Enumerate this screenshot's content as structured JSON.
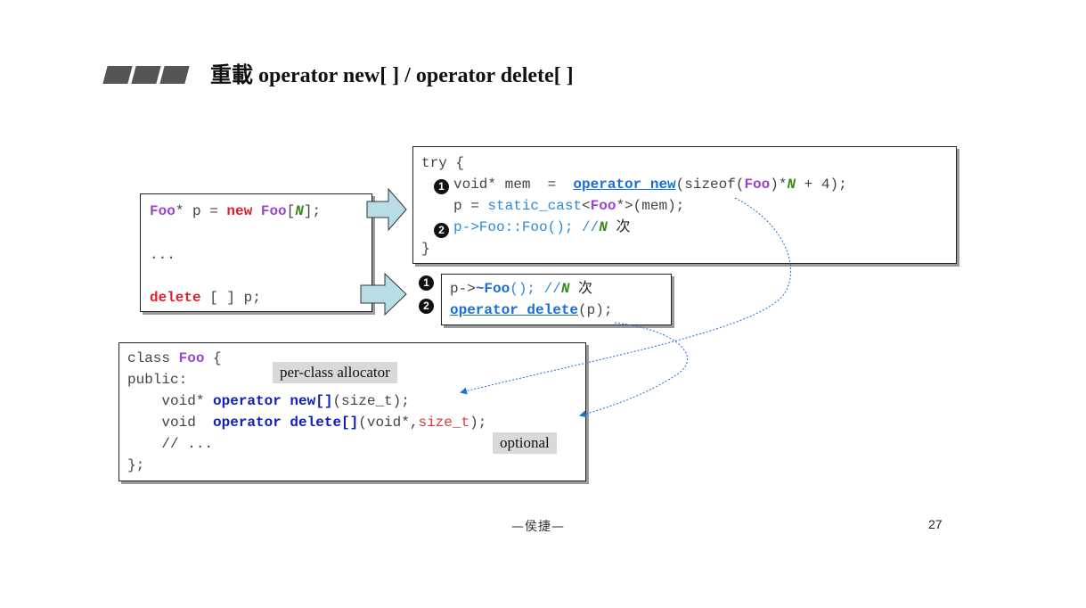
{
  "slide": {
    "title": "重載 operator new[ ] / operator delete[ ]",
    "footer": "—侯捷—",
    "page_number": "27"
  },
  "left_box": {
    "line1": {
      "t1": "Foo",
      "t2": "* p = ",
      "t3": "new",
      "t4": " ",
      "t5": "Foo",
      "t6": "[",
      "t7": "N",
      "t8": "];"
    },
    "line2": "...",
    "line3": {
      "t1": "delete",
      "t2": " [ ] p;"
    }
  },
  "try_box": {
    "line1": "try {",
    "line2": {
      "t1": "void* mem  =  ",
      "t2": "operator new",
      "t3": "(sizeof(",
      "t4": "Foo",
      "t5": ")*",
      "t6": "N",
      "t7": " + 4);"
    },
    "line3": {
      "t1": "p = ",
      "t2": "static_cast",
      "t3": "<",
      "t4": "Foo",
      "t5": "*>(mem);"
    },
    "line4": {
      "t1": "p->Foo::Foo(); //",
      "t2": "N",
      "t3": " 次"
    },
    "line5": "}",
    "markers": [
      "1",
      "2"
    ]
  },
  "delete_box": {
    "line1": {
      "t1": "p->",
      "t2": "~Foo",
      "t3": "(); //",
      "t4": "N",
      "t5": " 次"
    },
    "line2": {
      "t1": "operator delete",
      "t2": "(p);"
    },
    "markers": [
      "1",
      "2"
    ]
  },
  "class_box": {
    "line1": {
      "t1": "class ",
      "t2": "Foo",
      "t3": " {"
    },
    "line2": "public:",
    "line3": {
      "t1": "    void* ",
      "t2": "operator new[]",
      "t3": "(size_t);"
    },
    "line4": {
      "t1": "    void  ",
      "t2": "operator delete[]",
      "t3": "(void*,",
      "t4": "size_t",
      "t5": ");"
    },
    "line5": "    // ...",
    "line6": "};"
  },
  "tags": {
    "allocator": "per-class allocator",
    "optional": "optional"
  },
  "colors": {
    "keyword_red": "#e0202a",
    "class_purple": "#9a44d0",
    "template_green": "#3b8c1e",
    "operator_blue": "#1a6fd6",
    "arrow_fill": "#b8dde6"
  }
}
